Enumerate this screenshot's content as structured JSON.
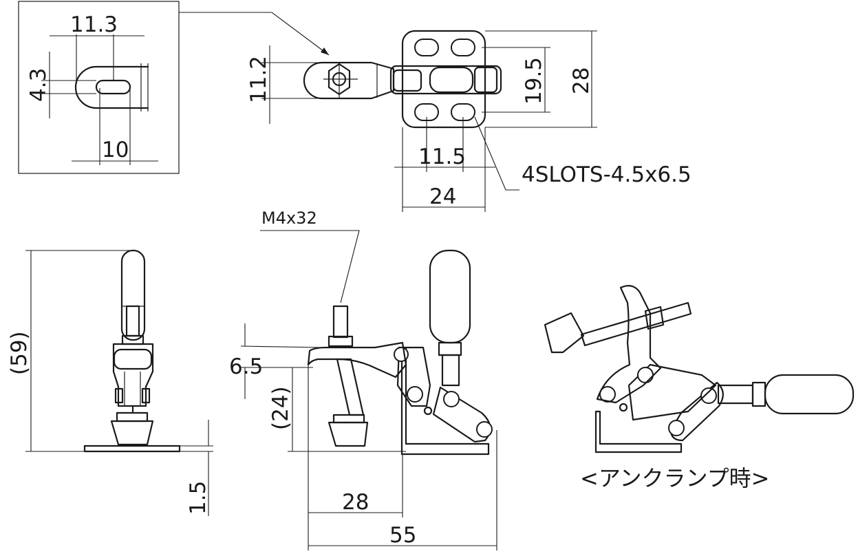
{
  "colors": {
    "line": "#1a1a1a",
    "background": "#ffffff"
  },
  "detail": {
    "dim_width": "11.3",
    "dim_height": "4.3",
    "dim_bottom": "10"
  },
  "top_view": {
    "dim_left_height": "11.2",
    "dim_inner_height": "19.5",
    "dim_outer_height": "28",
    "dim_inner_width": "11.5",
    "dim_outer_width": "24",
    "slot_note": "4SLOTS-4.5x6.5"
  },
  "front_view": {
    "dim_height": "(59)",
    "dim_base": "1.5"
  },
  "side_view": {
    "spindle_label": "M4x32",
    "dim_lift": "6.5",
    "dim_height": "(24)",
    "dim_inner_width": "28",
    "dim_total_width": "55"
  },
  "unclamp_view": {
    "caption": "<アンクランプ時>"
  }
}
